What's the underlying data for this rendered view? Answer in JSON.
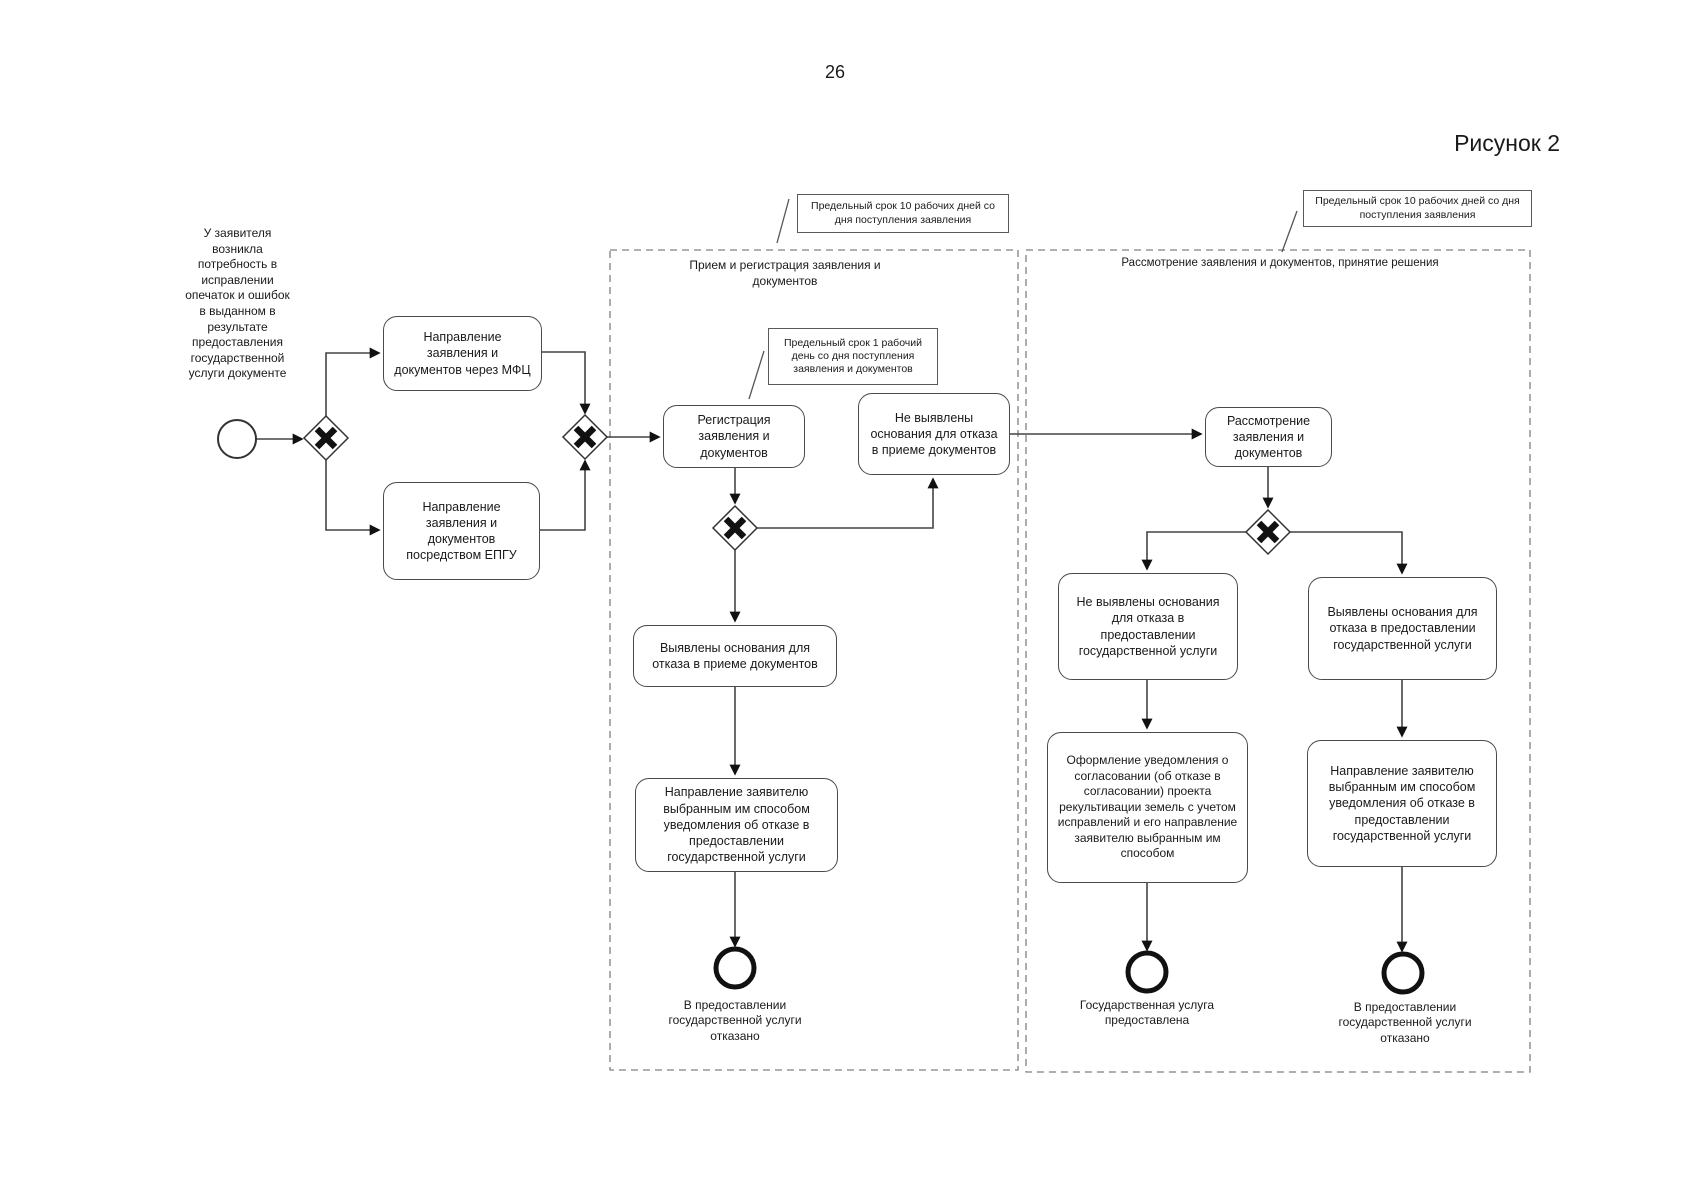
{
  "page": {
    "number": "26",
    "figure_label": "Рисунок 2"
  },
  "colors": {
    "line": "#444444",
    "arrowhead": "#111111",
    "task_border": "#4a4a4a",
    "lane_dash": "#808080",
    "text": "#1a1a1a",
    "background": "#ffffff"
  },
  "start_note": "У заявителя возникла потребность в исправлении опечаток и ошибок в выданном в результате предоставления государственной услуги документе",
  "lanes": {
    "lane1_title": "Прием и регистрация заявления и документов",
    "lane2_title": "Рассмотрение заявления и документов, принятие решения"
  },
  "annotations": {
    "deadline_10_days_1": "Предельный срок 10 рабочих дней со дня поступления заявления",
    "deadline_1_day": "Предельный срок 1 рабочий день со дня поступления заявления и документов",
    "deadline_10_days_2": "Предельный срок 10 рабочих дней со дня поступления заявления"
  },
  "tasks": {
    "mfc": "Направление заявления и документов через МФЦ",
    "epgu": "Направление заявления и документов посредством ЕПГУ",
    "registration": "Регистрация заявления и документов",
    "no_refusal_accept": "Не выявлены основания для отказа в приеме документов",
    "refusal_accept": "Выявлены основания для отказа в приеме документов",
    "notify_refusal_1": "Направление заявителю выбранным им способом уведомления об отказе в предоставлении государственной услуги",
    "review": "Рассмотрение заявления и документов",
    "no_refusal_provide": "Не выявлены основания для отказа в предоставлении государственной услуги",
    "refusal_provide": "Выявлены основания для отказа в предоставлении государственной услуги",
    "approval": "Оформление уведомления о согласовании (об отказе в согласовании) проекта рекультивации земель с учетом исправлений и его направление заявителю выбранным им способом",
    "notify_refusal_2": "Направление заявителю выбранным им способом уведомления об отказе в предоставлении государственной услуги"
  },
  "outcomes": {
    "denied_1": "В предоставлении государственной услуги отказано",
    "provided": "Государственная услуга предоставлена",
    "denied_2": "В предоставлении государственной услуги отказано"
  },
  "icons": {
    "start_event": "thin circle",
    "end_event": "thick circle",
    "exclusive_gateway": "diamond with X"
  }
}
